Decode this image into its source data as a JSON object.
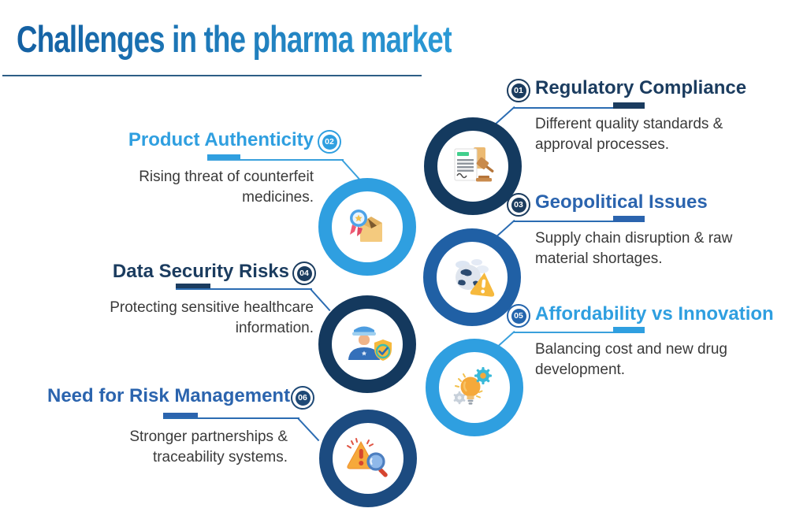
{
  "header": {
    "title": "Challenges in the pharma market",
    "title_gradient": [
      "#1460a2",
      "#2b9ad6"
    ],
    "underline_color": "#2d5e86"
  },
  "colors": {
    "navy": "#1b3c5f",
    "medium_blue": "#2b64ae",
    "light_blue": "#2f9fe0",
    "connector_blue": "#2b6cb2",
    "description_text": "#3a3a3a"
  },
  "items": [
    {
      "number": "01",
      "title": "Regulatory Compliance",
      "desc": "Different quality standards &\napproval processes.",
      "side": "right",
      "accent": "#1b3c5f",
      "ring": "#143a5f",
      "icon": "document-gavel-icon"
    },
    {
      "number": "02",
      "title": "Product Authenticity",
      "desc": "Rising threat of counterfeit\nmedicines.",
      "side": "left",
      "accent": "#2f9fe0",
      "ring": "#2f9fe0",
      "icon": "certified-box-icon"
    },
    {
      "number": "03",
      "title": "Geopolitical Issues",
      "desc": "Supply chain disruption & raw\nmaterial shortages.",
      "side": "right",
      "accent": "#2b64ae",
      "badge": "#1b3c5f",
      "ring": "#2060a5",
      "icon": "globe-warning-icon"
    },
    {
      "number": "04",
      "title": "Data Security Risks",
      "desc": "Protecting sensitive healthcare\ninformation.",
      "side": "left",
      "accent": "#1b3c5f",
      "ring": "#14395e",
      "icon": "security-officer-shield-icon"
    },
    {
      "number": "05",
      "title": "Affordability vs Innovation",
      "desc": "Balancing cost and new drug\ndevelopment.",
      "side": "right",
      "accent": "#2f9fe0",
      "badge": "#2465ad",
      "ring": "#2f9fe0",
      "icon": "idea-gears-icon"
    },
    {
      "number": "06",
      "title": "Need for Risk Management",
      "desc": "Stronger partnerships &\ntraceability systems.",
      "side": "left",
      "accent": "#2b64ae",
      "badge": "#1e4976",
      "ring": "#1c4b80",
      "icon": "risk-magnifier-icon"
    }
  ]
}
